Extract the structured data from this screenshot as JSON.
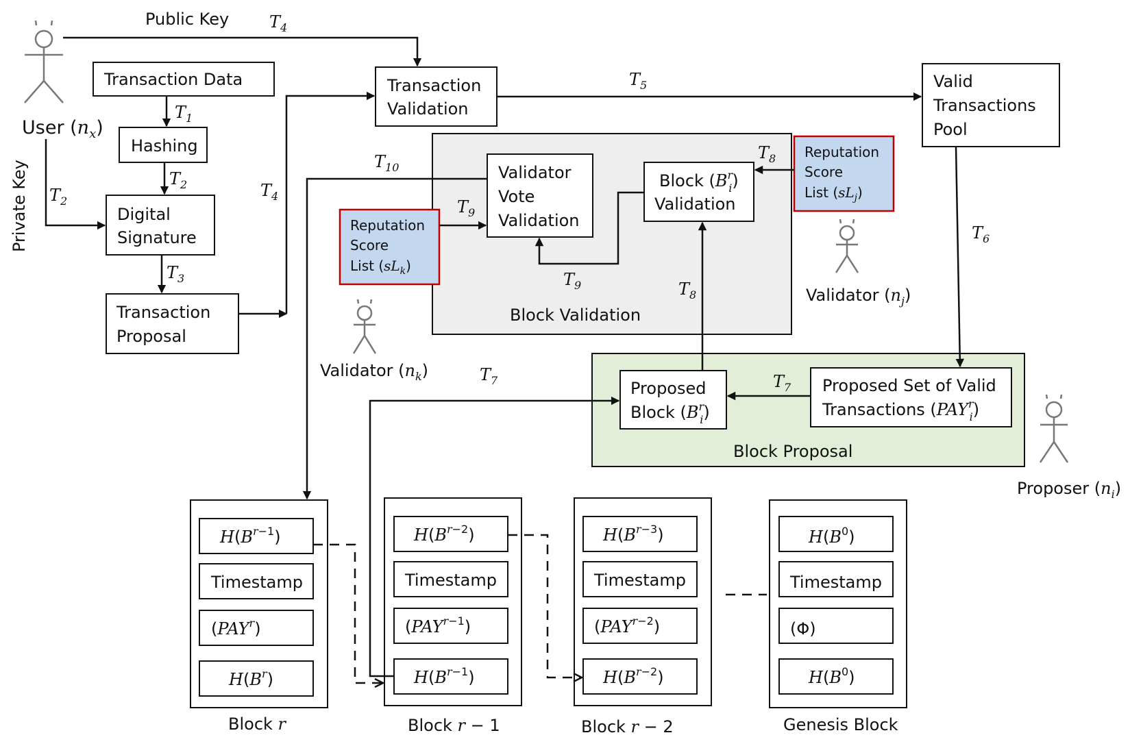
{
  "labels": {
    "public_key": "Public Key",
    "private_key": "Private Key",
    "user": "User (",
    "user_var": "n",
    "user_sub": "x",
    "transaction_data": "Transaction Data",
    "hashing": "Hashing",
    "digital_signature_1": "Digital",
    "digital_signature_2": "Signature",
    "transaction_proposal_1": "Transaction",
    "transaction_proposal_2": "Proposal",
    "transaction_validation_1": "Transaction",
    "transaction_validation_2": "Validation",
    "valid_pool_1": "Valid",
    "valid_pool_2": "Transactions",
    "valid_pool_3": "Pool",
    "validator_vote_1": "Validator",
    "validator_vote_2": "Vote",
    "validator_vote_3": "Validation",
    "block_validation_box_1": "Block (",
    "block_validation_box_2": "Validation",
    "block_validation_region": "Block Validation",
    "reputation_1": "Reputation",
    "reputation_2": "Score",
    "reputation_3": "List (",
    "validator_j": "Validator (",
    "validator_k": "Validator (",
    "proposed_block_1": "Proposed",
    "proposed_block_2": "Block (",
    "proposed_set_1": "Proposed Set of Valid",
    "proposed_set_2": "Transactions (",
    "block_proposal_region": "Block Proposal",
    "proposer": "Proposer (",
    "timestamp": "Timestamp",
    "phi": "(Φ)",
    "block_r": "Block ",
    "block_r1": "Block ",
    "block_r2": "Block ",
    "genesis": "Genesis Block"
  },
  "transitions": {
    "T1": "1",
    "T2": "2",
    "T3": "3",
    "T4": "4",
    "T5": "5",
    "T6": "6",
    "T7": "7",
    "T8": "8",
    "T9": "9",
    "T10": "10"
  },
  "colors": {
    "block_validation_fill": "#eeeeee",
    "block_proposal_fill": "#e3eed8",
    "reputation_fill": "#c3d8ee",
    "reputation_border": "#c00000",
    "person_stroke": "#777777"
  }
}
